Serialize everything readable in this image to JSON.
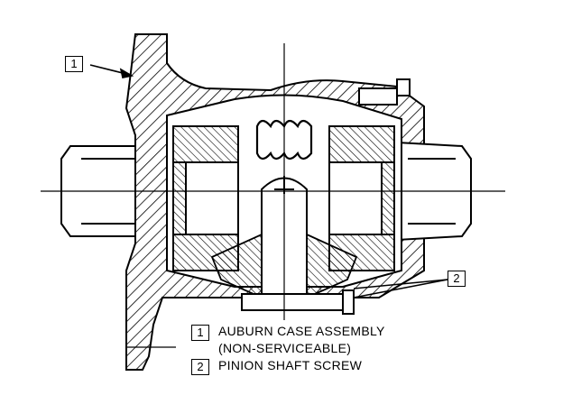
{
  "callouts": [
    {
      "number": "1"
    },
    {
      "number": "2"
    }
  ],
  "legend": [
    {
      "number": "1",
      "text": "AUBURN CASE ASSEMBLY",
      "continuation": "(NON-SERVICEABLE)"
    },
    {
      "number": "2",
      "text": "PINION SHAFT SCREW"
    }
  ]
}
